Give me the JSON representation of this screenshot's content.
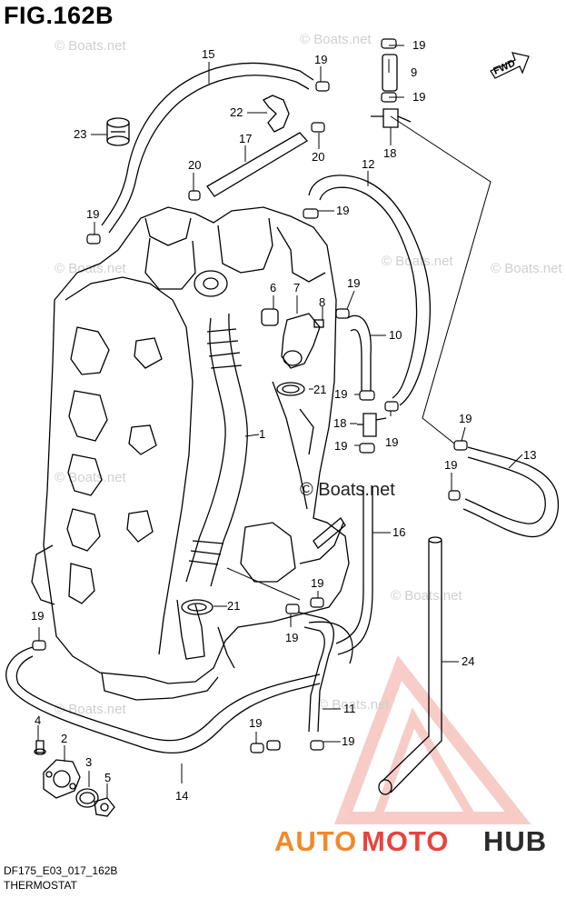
{
  "figure": {
    "title": "FIG.162B",
    "code": "DF175_E03_017_162B",
    "name": "THERMOSTAT",
    "direction_label": "FWD"
  },
  "callouts": [
    "1",
    "2",
    "3",
    "4",
    "5",
    "6",
    "7",
    "8",
    "9",
    "10",
    "11",
    "12",
    "13",
    "14",
    "15",
    "16",
    "17",
    "18",
    "19",
    "20",
    "21",
    "22",
    "23",
    "24"
  ],
  "watermarks": {
    "small": "© Boats.net",
    "large": "© Boats.net"
  },
  "brand": {
    "part_a": "AUTO",
    "part_b": "MOTO",
    "part_c": "HUB",
    "color_a": "#f08a2a",
    "color_b": "#e8433f",
    "color_c": "#2b2b2b"
  }
}
